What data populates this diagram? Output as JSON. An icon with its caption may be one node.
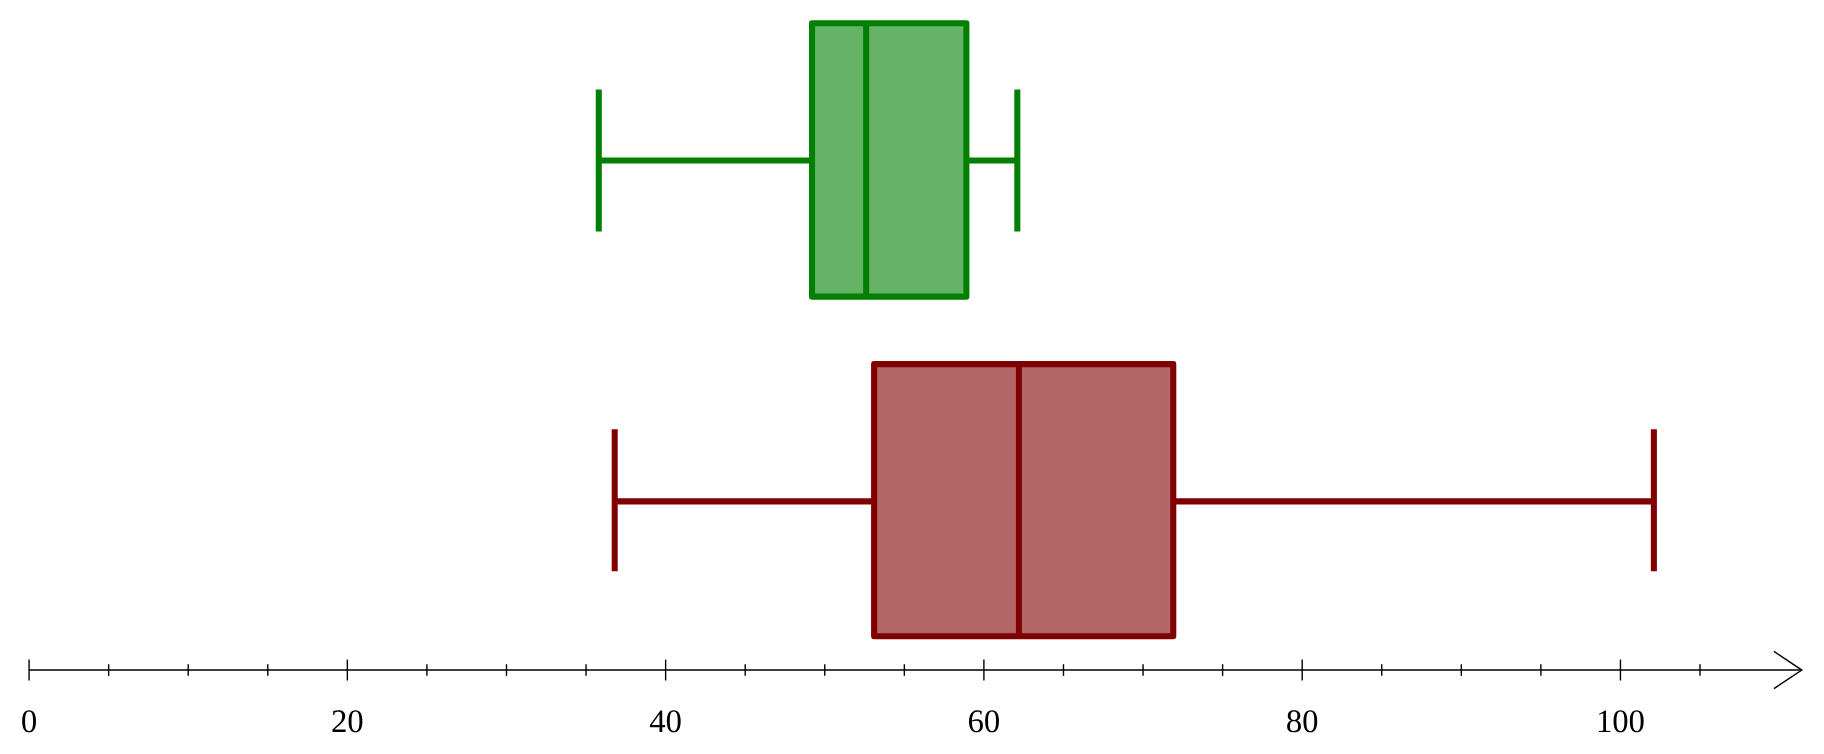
{
  "diagram": {
    "labels": [
      "0",
      "20",
      "40",
      "60",
      "80",
      "100"
    ]
  }
}
